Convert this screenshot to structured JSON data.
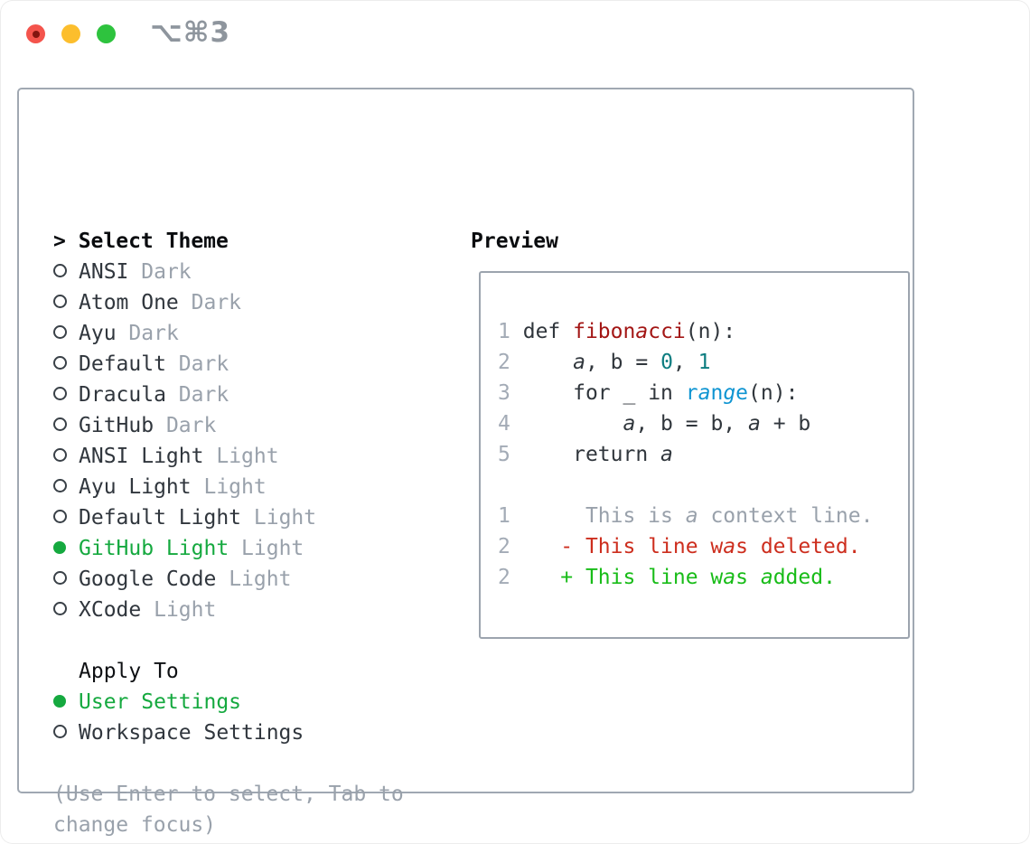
{
  "window": {
    "title_shortcut": "⌥⌘3",
    "traffic_lights": [
      "close",
      "minimize",
      "zoom"
    ]
  },
  "colors": {
    "selected_green": "#15a93f",
    "added_green": "#18bc18",
    "deleted_red": "#cd2e1e",
    "function_red": "#a31615",
    "number_teal": "#0d7d80",
    "builtin_blue": "#1095d2",
    "muted_gray": "#99a1ab",
    "text_dark": "#30363d",
    "panel_border": "#a0a8b2"
  },
  "theme_picker": {
    "prompt": ">",
    "header": "Select Theme",
    "themes": [
      {
        "name": "ANSI",
        "tag": "Dark",
        "selected": false
      },
      {
        "name": "Atom One",
        "tag": "Dark",
        "selected": false
      },
      {
        "name": "Ayu",
        "tag": "Dark",
        "selected": false
      },
      {
        "name": "Default",
        "tag": "Dark",
        "selected": false
      },
      {
        "name": "Dracula",
        "tag": "Dark",
        "selected": false
      },
      {
        "name": "GitHub",
        "tag": "Dark",
        "selected": false
      },
      {
        "name": "ANSI Light",
        "tag": "Light",
        "selected": false
      },
      {
        "name": "Ayu Light",
        "tag": "Light",
        "selected": false
      },
      {
        "name": "Default Light",
        "tag": "Light",
        "selected": false
      },
      {
        "name": "GitHub Light",
        "tag": "Light",
        "selected": true
      },
      {
        "name": "Google Code",
        "tag": "Light",
        "selected": false
      },
      {
        "name": "XCode",
        "tag": "Light",
        "selected": false
      }
    ],
    "apply_to": {
      "header": "Apply To",
      "options": [
        {
          "name": "User Settings",
          "selected": true
        },
        {
          "name": "Workspace Settings",
          "selected": false
        }
      ]
    },
    "hint_lines": [
      "(Use Enter to select, Tab to",
      "change focus)"
    ]
  },
  "preview": {
    "header": "Preview",
    "code_lines": [
      {
        "num": "1",
        "segments": [
          {
            "t": "def ",
            "c": "d"
          },
          {
            "t": "fibonacci",
            "c": "r"
          },
          {
            "t": "(n):",
            "c": "d"
          }
        ]
      },
      {
        "num": "2",
        "segments": [
          {
            "t": "    a, b = ",
            "c": "d"
          },
          {
            "t": "0",
            "c": "t"
          },
          {
            "t": ", ",
            "c": "d"
          },
          {
            "t": "1",
            "c": "t"
          }
        ]
      },
      {
        "num": "3",
        "segments": [
          {
            "t": "    for _ in ",
            "c": "d"
          },
          {
            "t": "range",
            "c": "b"
          },
          {
            "t": "(n):",
            "c": "d"
          }
        ]
      },
      {
        "num": "4",
        "segments": [
          {
            "t": "        a, b = b, a + b",
            "c": "d"
          }
        ]
      },
      {
        "num": "5",
        "segments": [
          {
            "t": "    return a",
            "c": "d"
          }
        ]
      }
    ],
    "diff_lines": [
      {
        "num": "1",
        "prefix": "",
        "text": "This is a context line.",
        "type": "ctx"
      },
      {
        "num": "2",
        "prefix": "-",
        "text": "This line was deleted.",
        "type": "del"
      },
      {
        "num": "2",
        "prefix": "+",
        "text": "This line was added.",
        "type": "add"
      }
    ]
  }
}
